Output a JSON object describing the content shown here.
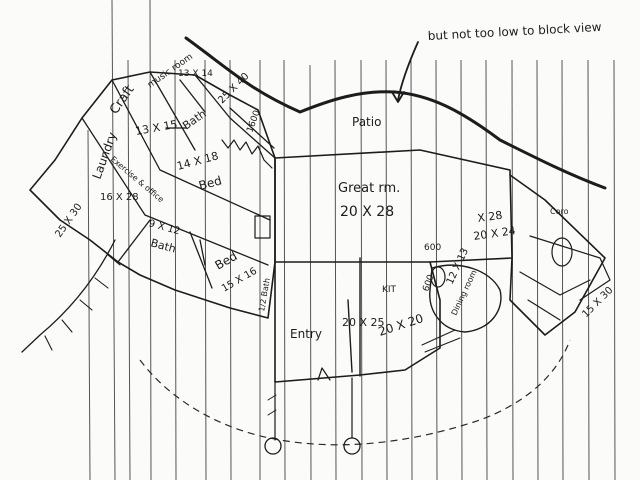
{
  "note": "but not too low to block view",
  "rooms": {
    "patio": "Patio",
    "great_room": "Great rm.",
    "great_room_size": "20 X 28",
    "right_room_size_a": "X 28",
    "right_room_size_b": "20 X 24",
    "craft": "Craft",
    "craft_size": "13 X 15",
    "music_room": "music room",
    "music_room_size": "13 X 14",
    "bath_upper": "Bath",
    "bath_upper_size": "25 X 40",
    "bed_upper": "Bed",
    "bed_upper_size": "14 X 18",
    "laundry": "Laundry",
    "exercise": "Exercise & office",
    "exercise_size": "16 X 28",
    "left_size": "25 X 30",
    "bath_lower": "Bath",
    "bath_lower_size": "9 X 12",
    "bed_lower": "Bed",
    "bed_lower_size": "15 X 16",
    "half_bath": "1/2 Bath",
    "entry": "Entry",
    "entry_size": "20 X 25",
    "kit": "KIT",
    "kit_size": "20 X 20",
    "dining": "Dining room",
    "dining_size": "12 X 13",
    "garage_size": "15 X 30",
    "corner_label": "Coro"
  },
  "dimensions": {
    "d1600_top": "1600",
    "d600_mid": "600",
    "d600_kit": "600"
  }
}
